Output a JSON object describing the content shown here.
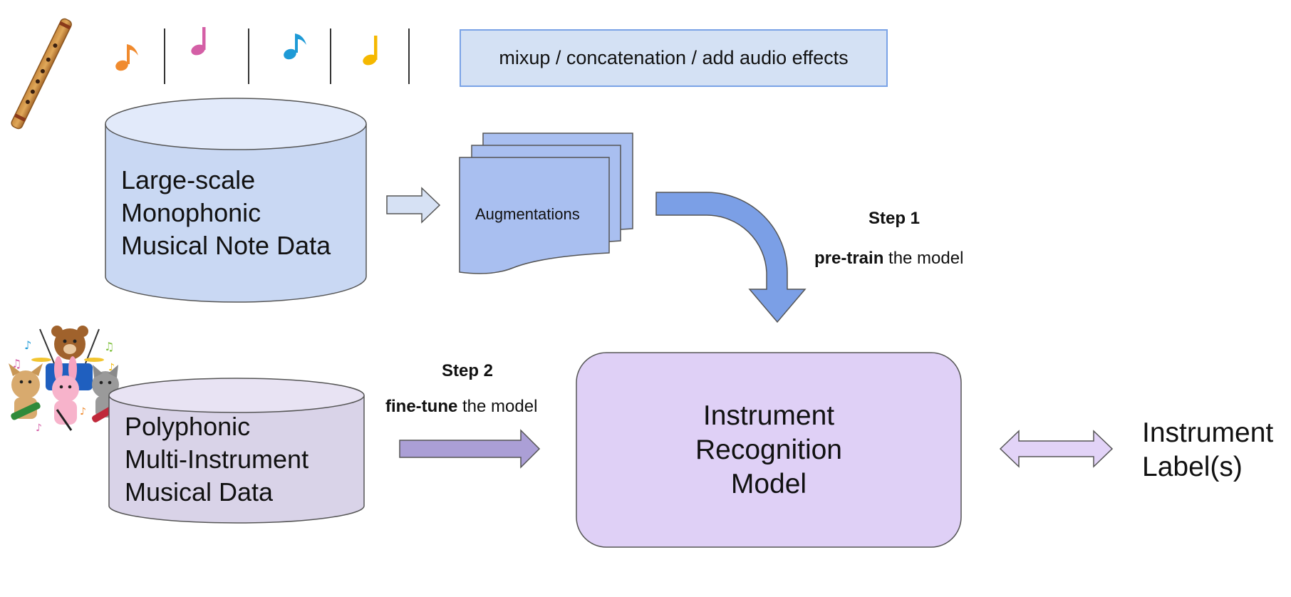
{
  "augment_banner": "mixup / concatenation / add audio effects",
  "monophonic_db": {
    "lines": [
      "Large-scale",
      "Monophonic",
      "Musical Note Data"
    ]
  },
  "augmentations_label": "Augmentations",
  "step1": {
    "title": "Step 1",
    "verb": "pre-train",
    "rest": " the model"
  },
  "step2": {
    "title": "Step 2",
    "verb": "fine-tune",
    "rest": " the model"
  },
  "polyphonic_db": {
    "lines": [
      "Polyphonic",
      "Multi-Instrument",
      "Musical Data"
    ]
  },
  "model": {
    "lines": [
      "Instrument",
      "Recognition",
      "Model"
    ]
  },
  "output": {
    "lines": [
      "Instrument",
      "Label(s)"
    ]
  },
  "colors": {
    "mono_db_fill": "#c9d8f3",
    "mono_db_top": "#e2eafa",
    "poly_db_fill": "#d9d3e8",
    "poly_db_top": "#e8e3f3",
    "aug_fill": "#a9bff0",
    "step1_arrow": "#7b9fe6",
    "step2_arrow": "#ab9fd6",
    "model_fill": "#dfd0f6",
    "banner_fill": "#d4e1f4",
    "banner_border": "#7aa3e6"
  },
  "icons": [
    "flute-icon",
    "music-note-orange-icon",
    "music-note-magenta-icon",
    "music-note-blue-icon",
    "music-note-yellow-icon",
    "animal-band-icon"
  ]
}
